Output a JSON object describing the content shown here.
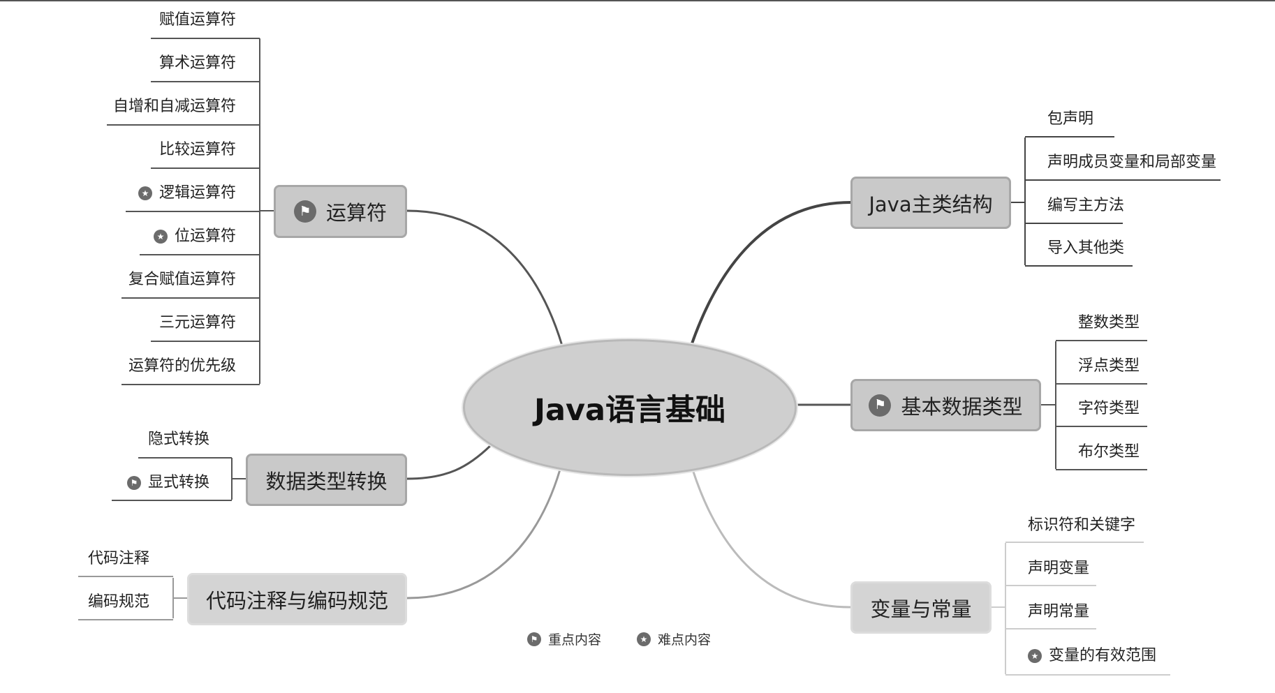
{
  "center": {
    "title": "Java语言基础"
  },
  "topics": {
    "operators": {
      "label": "运算符",
      "icon": "flag-icon",
      "children": [
        {
          "label": "赋值运算符",
          "icon": null
        },
        {
          "label": "算术运算符",
          "icon": null
        },
        {
          "label": "自增和自减运算符",
          "icon": null
        },
        {
          "label": "比较运算符",
          "icon": null
        },
        {
          "label": "逻辑运算符",
          "icon": "star-icon"
        },
        {
          "label": "位运算符",
          "icon": "star-icon"
        },
        {
          "label": "复合赋值运算符",
          "icon": null
        },
        {
          "label": "三元运算符",
          "icon": null
        },
        {
          "label": "运算符的优先级",
          "icon": null
        }
      ]
    },
    "type_conversion": {
      "label": "数据类型转换",
      "children": [
        {
          "label": "隐式转换",
          "icon": null
        },
        {
          "label": "显式转换",
          "icon": "flag-icon"
        }
      ]
    },
    "comments_style": {
      "label": "代码注释与编码规范",
      "children": [
        {
          "label": "代码注释",
          "icon": null
        },
        {
          "label": "编码规范",
          "icon": null
        }
      ]
    },
    "main_class": {
      "label": "Java主类结构",
      "children": [
        {
          "label": "包声明",
          "icon": null
        },
        {
          "label": "声明成员变量和局部变量",
          "icon": null
        },
        {
          "label": "编写主方法",
          "icon": null
        },
        {
          "label": "导入其他类",
          "icon": null
        }
      ]
    },
    "basic_types": {
      "label": "基本数据类型",
      "icon": "flag-icon",
      "children": [
        {
          "label": "整数类型",
          "icon": null
        },
        {
          "label": "浮点类型",
          "icon": null
        },
        {
          "label": "字符类型",
          "icon": null
        },
        {
          "label": "布尔类型",
          "icon": null
        }
      ]
    },
    "variables": {
      "label": "变量与常量",
      "children": [
        {
          "label": "标识符和关键字",
          "icon": null
        },
        {
          "label": "声明变量",
          "icon": null
        },
        {
          "label": "声明常量",
          "icon": null
        },
        {
          "label": "变量的有效范围",
          "icon": "star-icon"
        }
      ]
    }
  },
  "legend": [
    {
      "label": "重点内容",
      "icon": "flag-icon"
    },
    {
      "label": "难点内容",
      "icon": "star-icon"
    }
  ],
  "colors": {
    "topic_fill": "#c9c9c9",
    "center_fill": "#cfcfcf",
    "line": "#555555",
    "icon": "#6b6b6b"
  }
}
